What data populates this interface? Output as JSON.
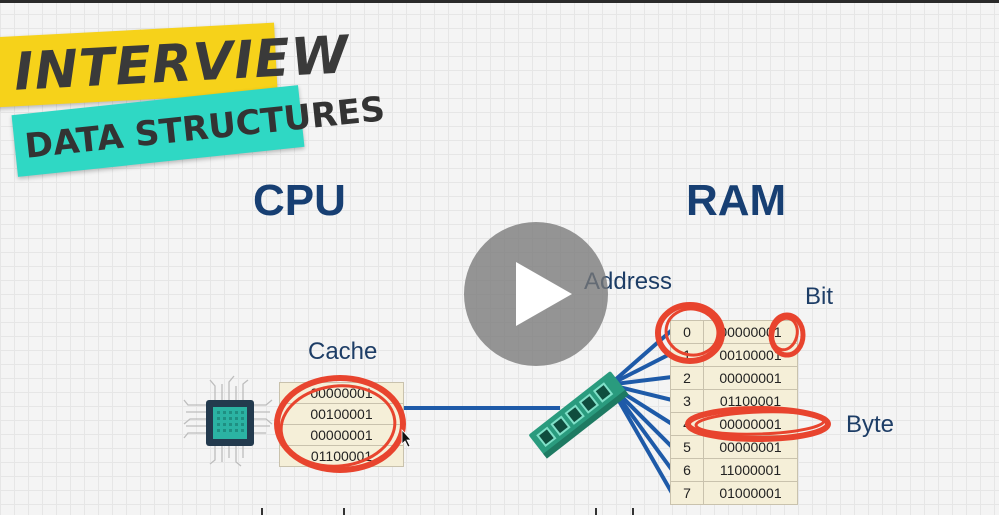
{
  "badge": {
    "title": "INTERVIEW",
    "subtitle": "DATA STRUCTURES"
  },
  "headings": {
    "cpu": "CPU",
    "ram": "RAM"
  },
  "labels": {
    "cache": "Cache",
    "address": "Address",
    "bit": "Bit",
    "byte": "Byte"
  },
  "cache_rows": [
    "00000001",
    "00100001",
    "00000001",
    "01100001"
  ],
  "ram_rows": [
    {
      "address": "0",
      "value": "00000001"
    },
    {
      "address": "1",
      "value": "00100001"
    },
    {
      "address": "2",
      "value": "00000001"
    },
    {
      "address": "3",
      "value": "01100001"
    },
    {
      "address": "4",
      "value": "00000001"
    },
    {
      "address": "5",
      "value": "00000001"
    },
    {
      "address": "6",
      "value": "11000001"
    },
    {
      "address": "7",
      "value": "01000001"
    }
  ],
  "colors": {
    "heading": "#173f73",
    "wire": "#1e5aa8",
    "annotation": "#e8442e",
    "chip": "#2bb3a3",
    "memory_stick": "#2a9b7e",
    "badge_yellow": "#f6d21a",
    "badge_cyan": "#2fd8c4"
  },
  "icons": {
    "cpu": "cpu-chip-icon",
    "memory": "memory-stick-icon",
    "play": "play-icon",
    "cursor": "mouse-cursor-icon"
  }
}
